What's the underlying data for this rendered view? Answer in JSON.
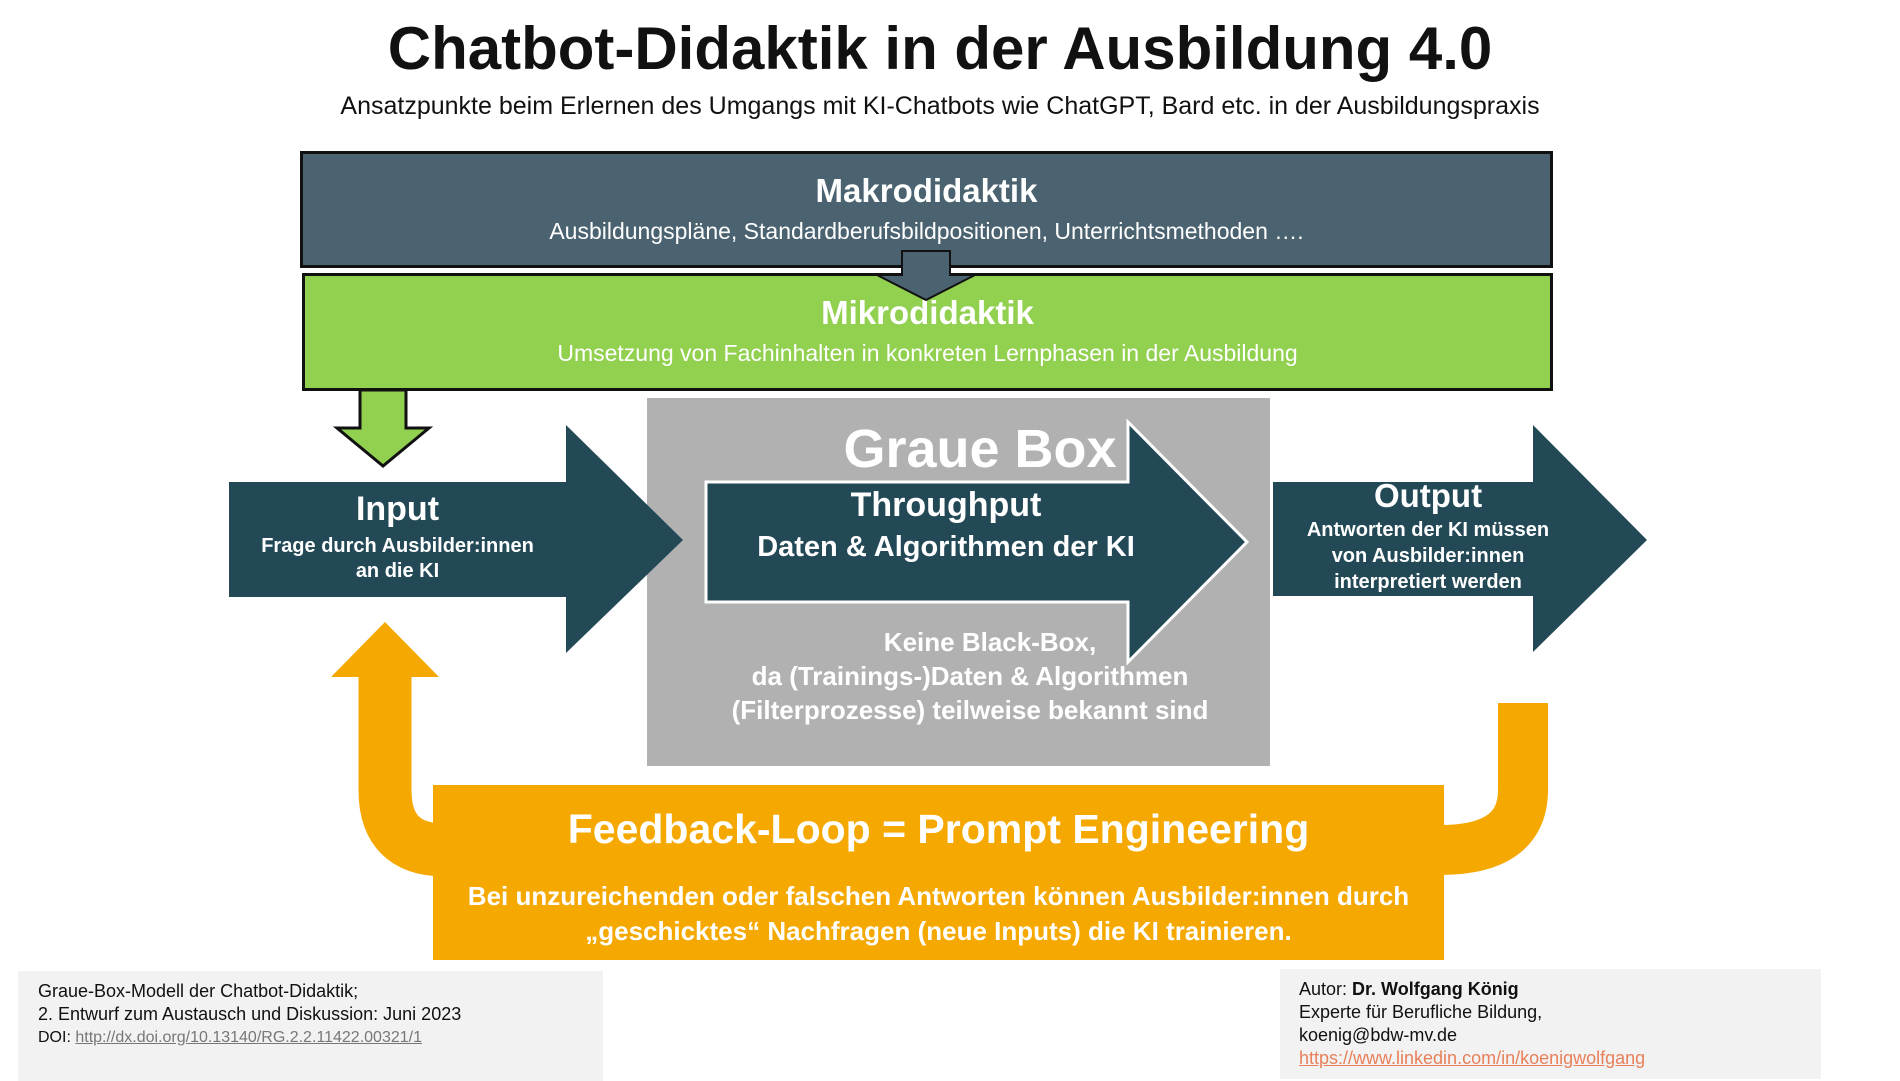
{
  "title": "Chatbot-Didaktik in der Ausbildung 4.0",
  "subtitle": "Ansatzpunkte beim Erlernen des Umgangs mit KI-Chatbots wie ChatGPT, Bard etc. in der Ausbildungspraxis",
  "makro": {
    "heading": "Makrodidaktik",
    "text": "Ausbildungspläne, Standardberufsbildpositionen, Unterrichtsmethoden …."
  },
  "mikro": {
    "heading": "Mikrodidaktik",
    "text": "Umsetzung  von Fachinhalten in konkreten Lernphasen in der Ausbildung"
  },
  "grey": {
    "heading": "Graue Box",
    "line1": "Keine Black-Box,",
    "line2": "da (Trainings-)Daten  &  Algorithmen",
    "line3": "(Filterprozesse) teilweise bekannt sind"
  },
  "input": {
    "heading": "Input",
    "line1": "Frage durch Ausbilder:innen",
    "line2": "an die KI"
  },
  "throughput": {
    "heading": "Throughput",
    "line1": "Daten & Algorithmen der KI"
  },
  "output": {
    "heading": "Output",
    "line1": "Antworten der KI müssen",
    "line2": "von Ausbilder:innen",
    "line3": "interpretiert werden"
  },
  "feedback": {
    "heading": "Feedback-Loop = Prompt Engineering",
    "line1": "Bei unzureichenden oder falschen Antworten können Ausbilder:innen durch",
    "line2": "„geschicktes“ Nachfragen  (neue Inputs) die KI trainieren."
  },
  "note_left": {
    "line1": "Graue-Box-Modell der Chatbot-Didaktik;",
    "line2": "2. Entwurf zum Austausch und Diskussion: Juni 2023",
    "doi_label": "DOI: ",
    "doi_link": "http://dx.doi.org/10.13140/RG.2.2.11422.00321/1"
  },
  "note_right": {
    "author_label": "Autor: ",
    "author": "Dr. Wolfgang König",
    "line2": "Experte für Berufliche Bildung,",
    "email": " koenig@bdw-mv.de",
    "link": "https://www.linkedin.com/in/koenigwolfgang"
  },
  "colors": {
    "dark": "#234957",
    "green": "#92d050",
    "orange": "#f5a800",
    "grey": "#b1b1b1",
    "makro": "#4b6370"
  }
}
